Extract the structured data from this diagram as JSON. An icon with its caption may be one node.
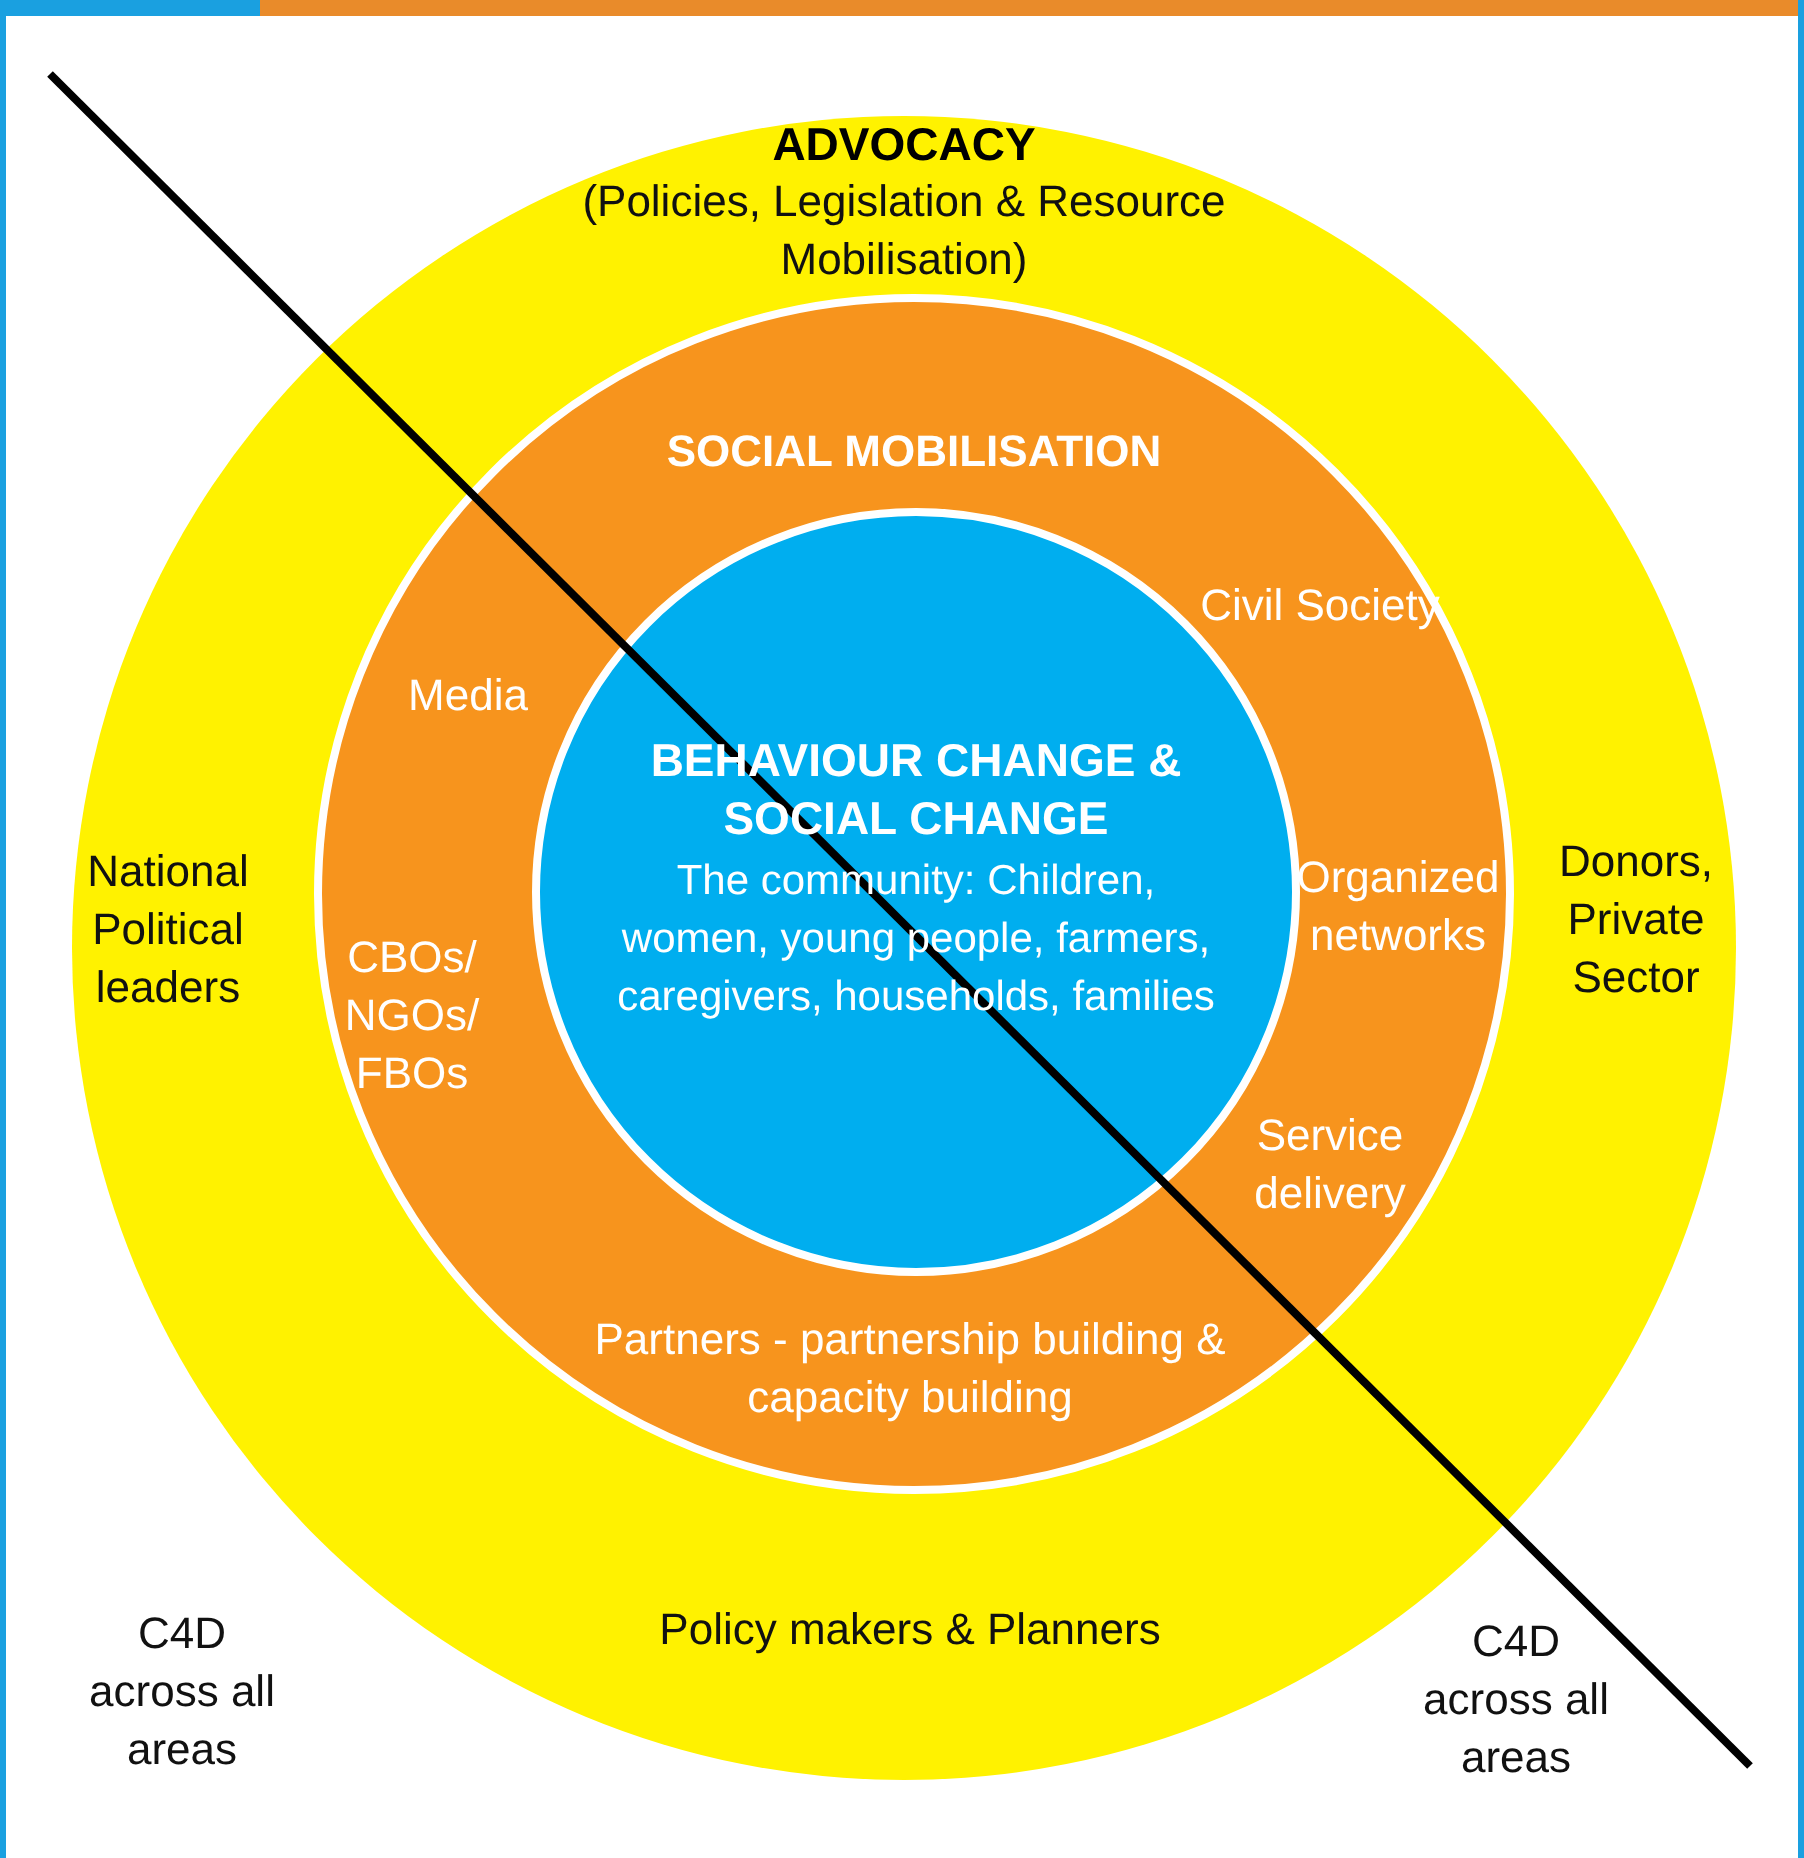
{
  "diagram": {
    "nodes": [
      {
        "text": [
          "ADVOCACY",
          "(Policies, Legislation & Resource Mobilisation)"
        ]
      },
      {
        "text": [
          "SOCIAL MOBILISATION"
        ],
        "in": 0
      },
      {
        "text": [
          "BEHAVIOUR CHANGE & SOCIAL CHANGE",
          "The community: Children, women, young people, farmers, caregivers, households, families"
        ],
        "in": 1
      }
    ],
    "edges": [],
    "labels": [
      "Civil Society",
      "Media",
      "National Political leaders",
      "Organized networks",
      "Donors, Private Sector",
      "CBOs/ NGOs/ FBOs",
      "Service delivery",
      "Partners - partnership building & capacity building",
      "Policy makers & Planners",
      "C4D across all areas",
      "C4D across all areas"
    ]
  }
}
